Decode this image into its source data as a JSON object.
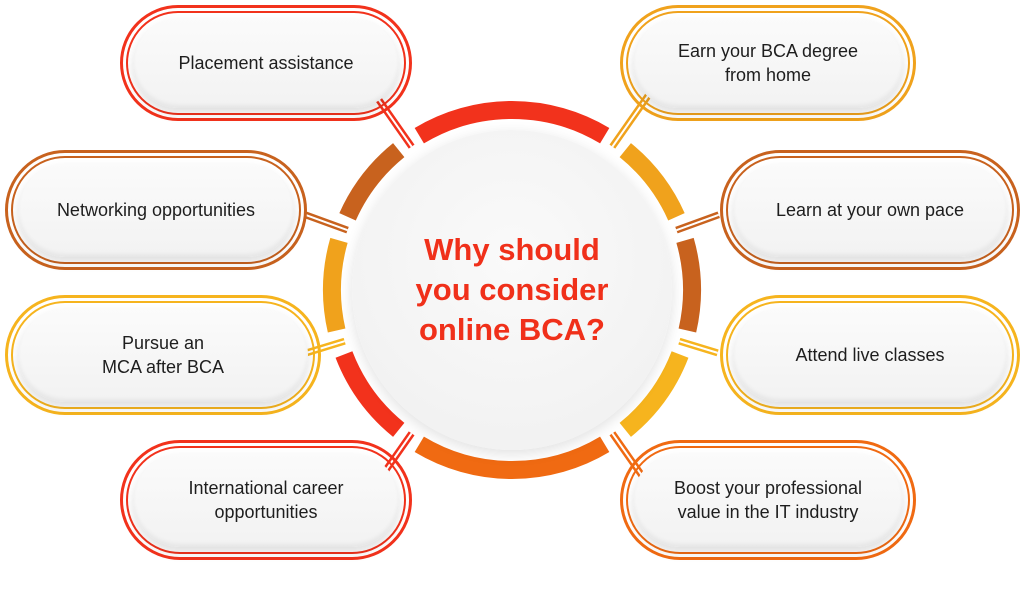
{
  "title": "Why should\nyou consider\nonline BCA?",
  "colors": {
    "red": "#f2321c",
    "gold": "#f0a21c",
    "brown": "#c8621e",
    "yellow": "#f6b41e",
    "orange": "#f06a12"
  },
  "items": [
    {
      "label": "Placement assistance",
      "color": "#f2321c"
    },
    {
      "label": "Earn your BCA degree\nfrom home",
      "color": "#f0a21c"
    },
    {
      "label": "Networking opportunities",
      "color": "#c8621e"
    },
    {
      "label": "Learn at your own pace",
      "color": "#c8621e"
    },
    {
      "label": "Pursue an\nMCA after BCA",
      "color": "#f6b41e"
    },
    {
      "label": "Attend live classes",
      "color": "#f6b41e"
    },
    {
      "label": "International career\nopportunities",
      "color": "#f2321c"
    },
    {
      "label": "Boost your professional\nvalue in the IT industry",
      "color": "#f06a12"
    }
  ]
}
